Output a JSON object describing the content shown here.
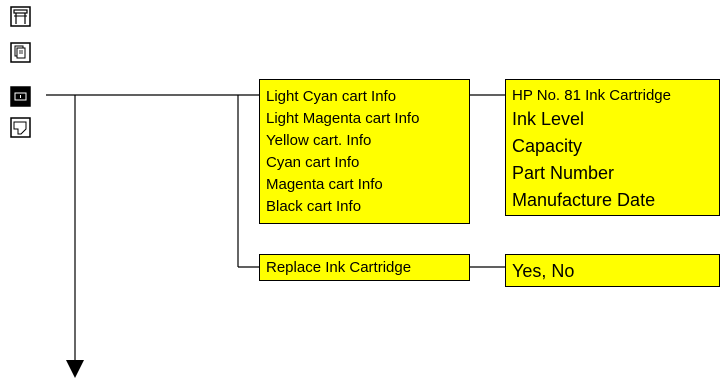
{
  "icons": [
    {
      "name": "printer-icon"
    },
    {
      "name": "paper-stack-icon"
    },
    {
      "name": "ink-cartridge-icon",
      "selected": true
    },
    {
      "name": "page-output-icon"
    }
  ],
  "cart_info_menu": {
    "items": [
      "Light Cyan cart  Info",
      "Light Magenta cart Info",
      "Yellow  cart. Info",
      "Cyan cart Info",
      "Magenta cart Info",
      "Black cart Info"
    ]
  },
  "cart_info_details": {
    "header": "HP No. 81 Ink Cartridge",
    "items": [
      "Ink Level",
      "Capacity",
      "Part Number",
      "Manufacture Date"
    ]
  },
  "replace_menu": {
    "label": "Replace Ink Cartridge"
  },
  "replace_options": {
    "label": "Yes, No"
  },
  "colors": {
    "box_fill": "#ffff00",
    "line": "#000000"
  }
}
